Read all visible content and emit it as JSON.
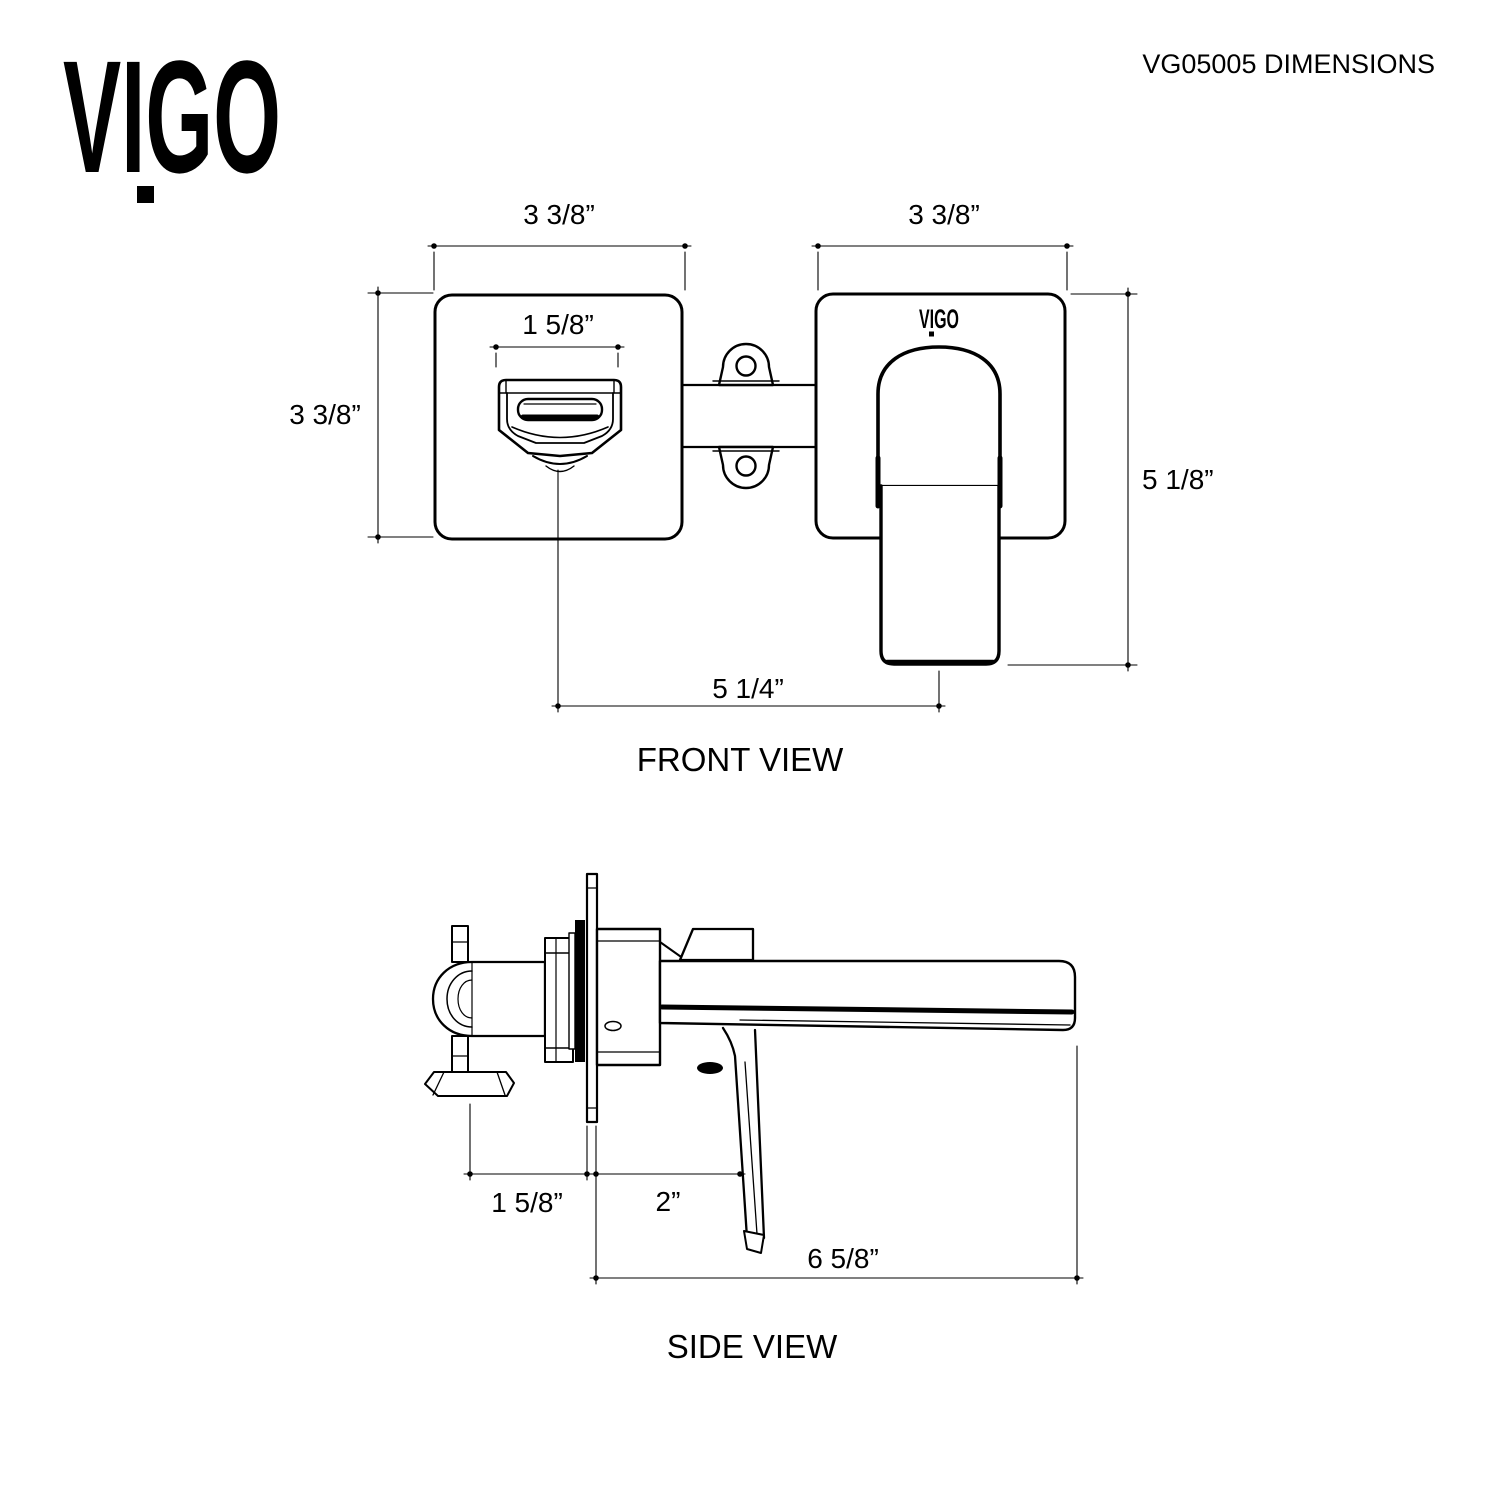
{
  "header": {
    "logo_text": "VIGO",
    "title": "VG05005 DIMENSIONS"
  },
  "front_view": {
    "caption": "FRONT VIEW",
    "plate_logo_text": "VIGO",
    "dimensions": {
      "left_plate_width": "3 3/8”",
      "right_plate_width": "3 3/8”",
      "left_plate_height": "3 3/8”",
      "spout_width": "1 5/8”",
      "handle_height": "5 1/8”",
      "center_to_center": "5 1/4”"
    }
  },
  "side_view": {
    "caption": "SIDE VIEW",
    "dimensions": {
      "behind_wall_depth": "1 5/8”",
      "wall_to_handle": "2”",
      "spout_reach": "6 5/8”"
    }
  },
  "colors": {
    "ink": "#000000",
    "paper": "#ffffff"
  }
}
